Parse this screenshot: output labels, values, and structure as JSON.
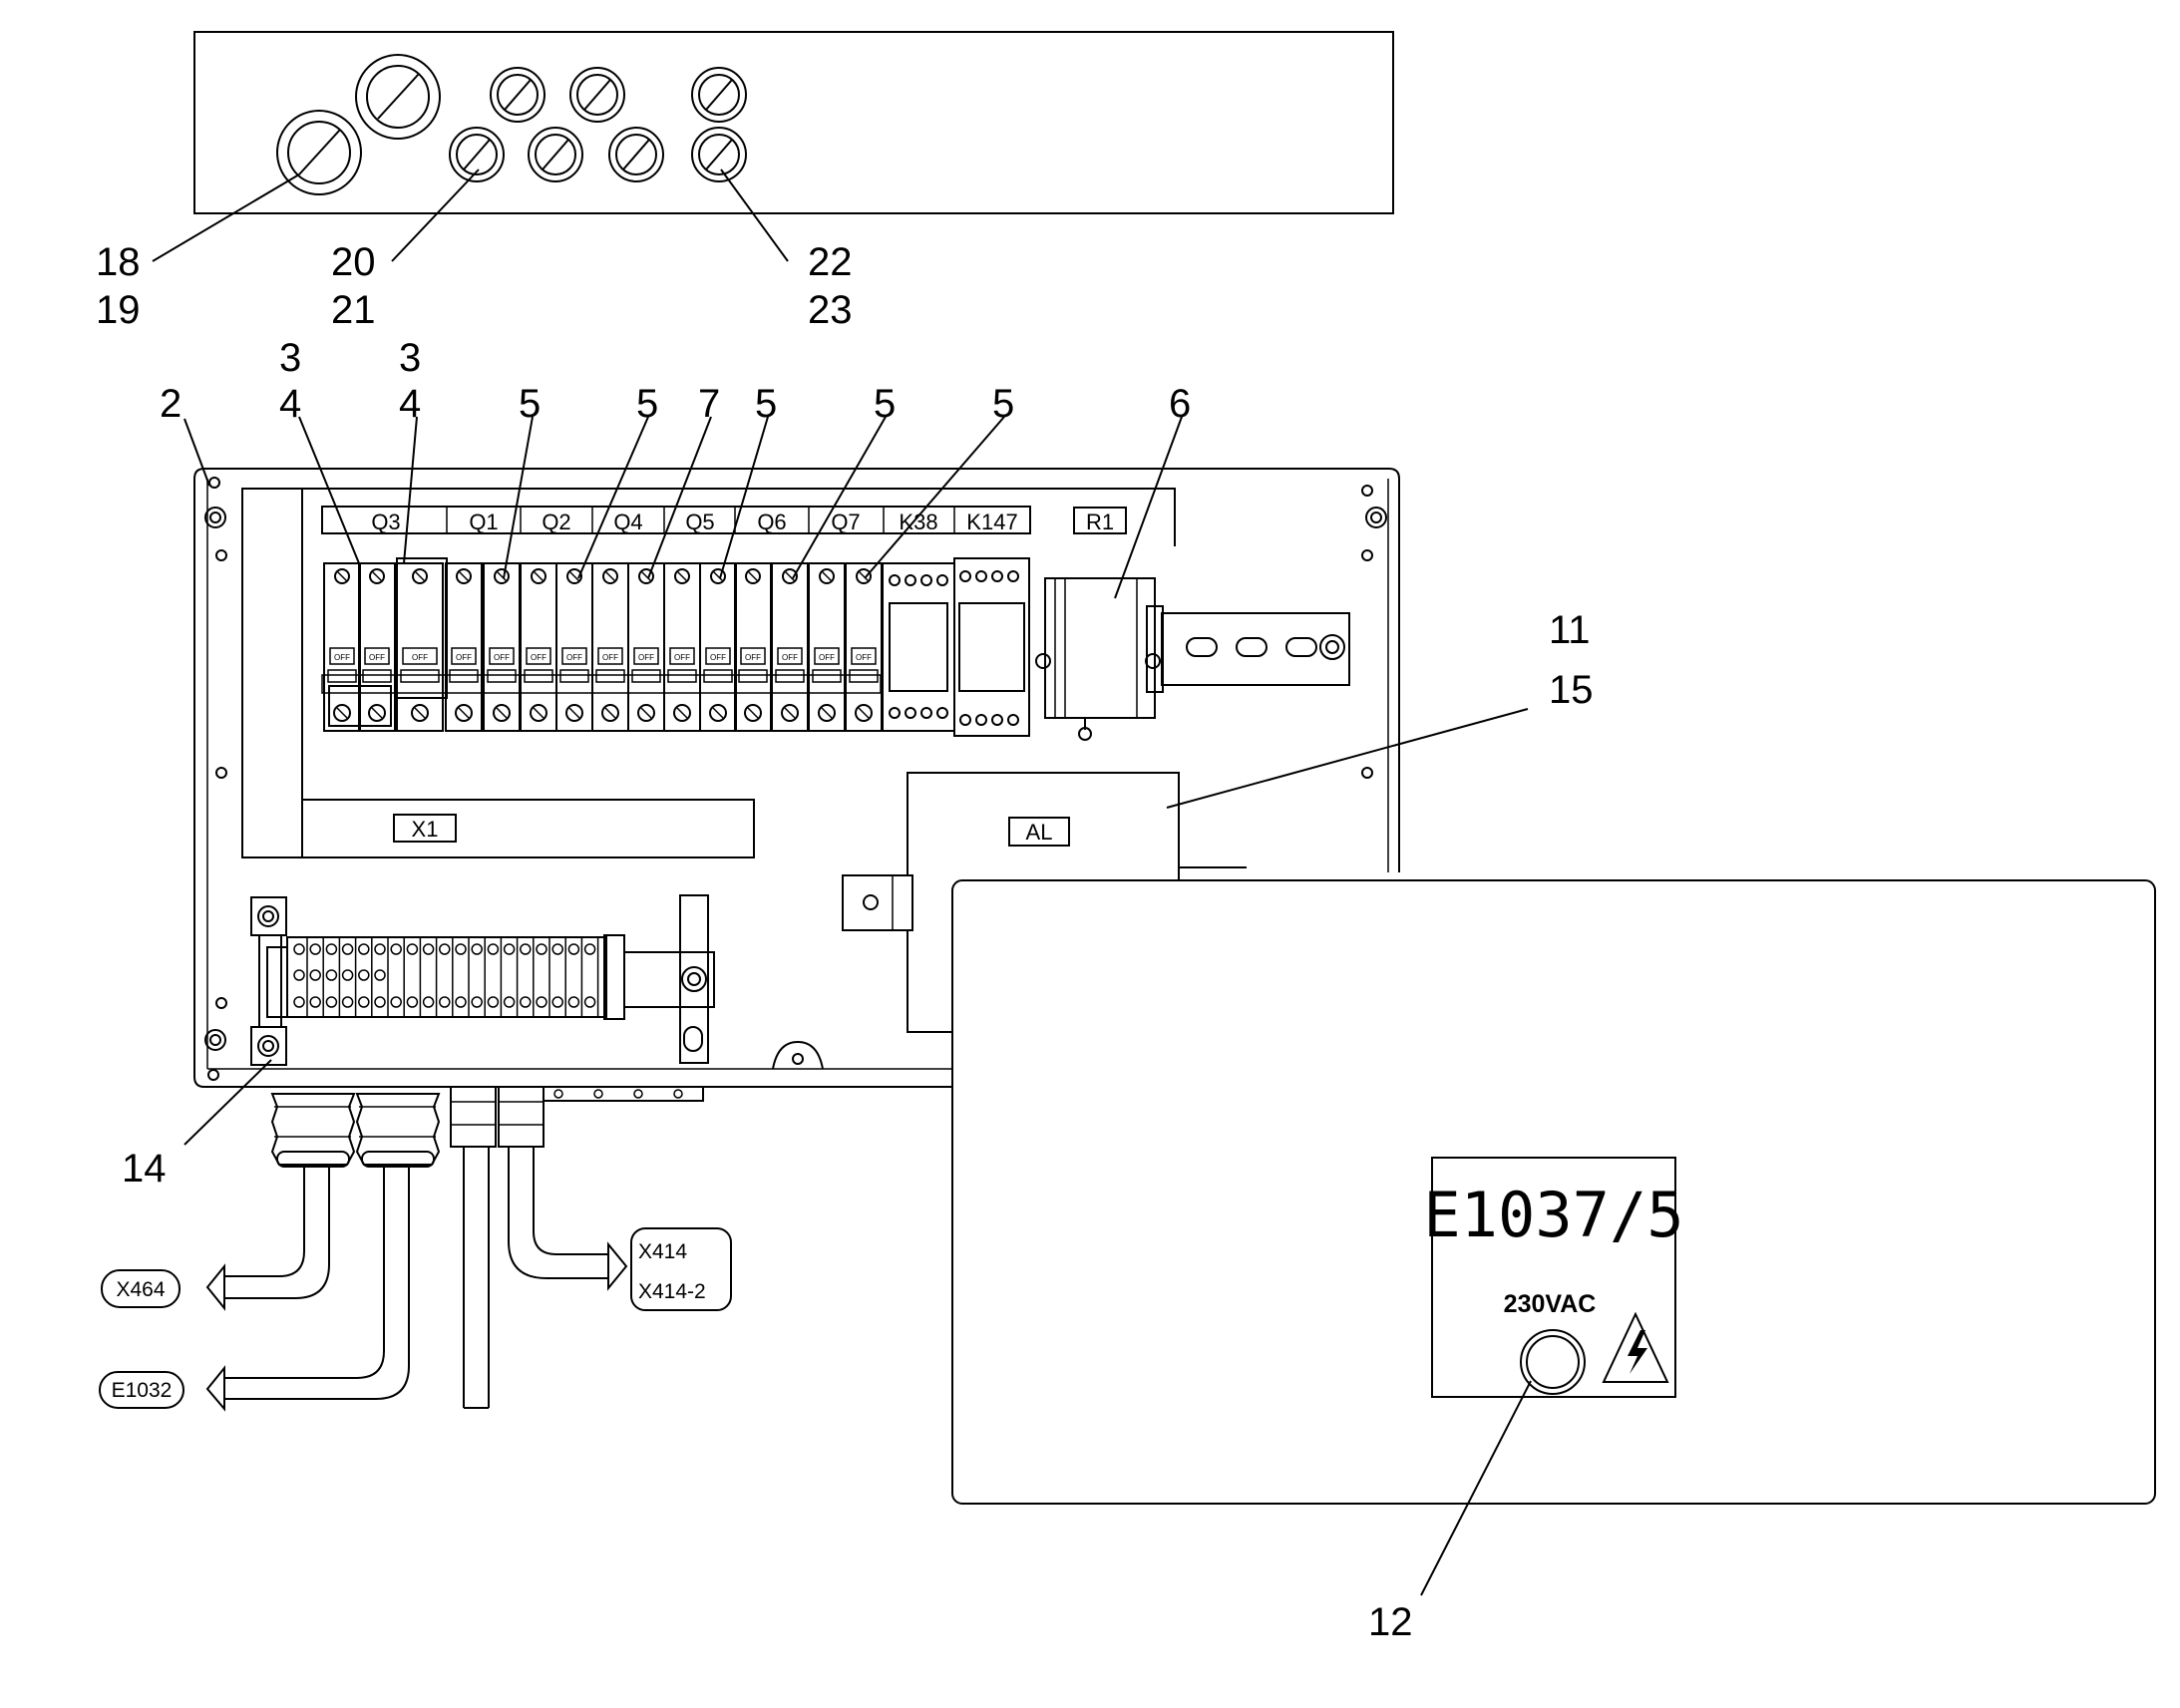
{
  "callouts": {
    "c18": "18",
    "c19": "19",
    "c20": "20",
    "c21": "21",
    "c22": "22",
    "c23": "23",
    "c2": "2",
    "c3a": "3",
    "c4a": "4",
    "c3b": "3",
    "c4b": "4",
    "c5a": "5",
    "c5b": "5",
    "c7": "7",
    "c5c": "5",
    "c5d": "5",
    "c5e": "5",
    "c6": "6",
    "c11": "11",
    "c15": "15",
    "c14": "14",
    "c12": "12"
  },
  "rail_tags": [
    "Q3",
    "Q1",
    "Q2",
    "Q4",
    "Q5",
    "Q6",
    "Q7",
    "K38",
    "K147"
  ],
  "component_tags": {
    "r1": "R1",
    "x1": "X1",
    "al": "AL"
  },
  "breaker_off_label": "OFF",
  "cable_destinations": {
    "x464": "X464",
    "e1032": "E1032",
    "x414": "X414",
    "x414_2": "X414-2"
  },
  "nameplate": {
    "id": "E1037/5",
    "voltage": "230VAC",
    "warning_icon": "high-voltage-warning-icon",
    "indicator_icon": "indicator-lamp-icon"
  }
}
